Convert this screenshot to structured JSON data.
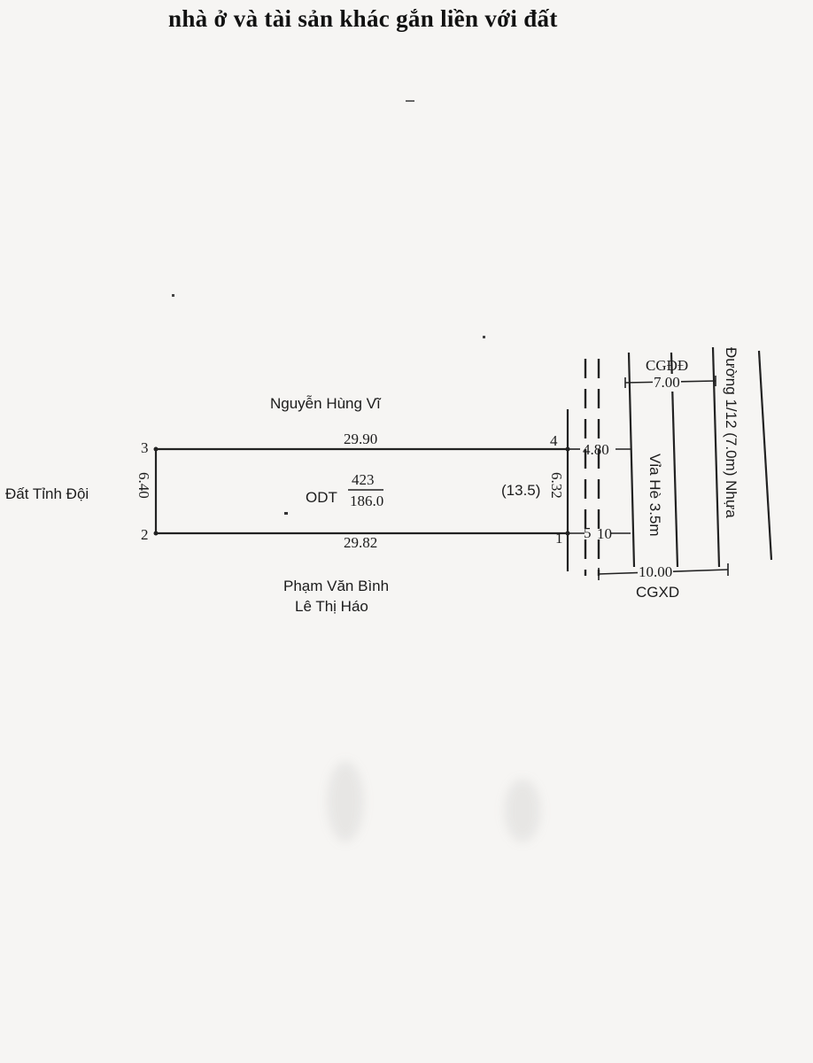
{
  "header": {
    "title": "nhà ở và tài sản khác gắn liền với đất"
  },
  "parcel": {
    "land_type": "ODT",
    "parcel_number": "423",
    "area": "186.0",
    "front_depth": "(13.5)",
    "corners": [
      "1",
      "2",
      "3",
      "4",
      "5"
    ],
    "edges": {
      "top": "29.90",
      "bottom": "29.82",
      "left": "6.40",
      "right": "6.32",
      "front_top": "4.80",
      "front_bottom": "10"
    }
  },
  "neighbors": {
    "north": "Nguyễn Hùng Vĩ",
    "south_1": "Phạm Văn Bình",
    "south_2": "Lê Thị Háo",
    "west": "Đất Tỉnh Đội"
  },
  "road": {
    "sidewalk": "Vỉa Hè 3.5m",
    "road_name": "Đường 1/12 (7.0m) Nhựa",
    "cgdd_label": "CGĐĐ",
    "cgdd_value": "7.00",
    "cgxd_label": "CGXD",
    "cgxd_value": "10.00"
  }
}
